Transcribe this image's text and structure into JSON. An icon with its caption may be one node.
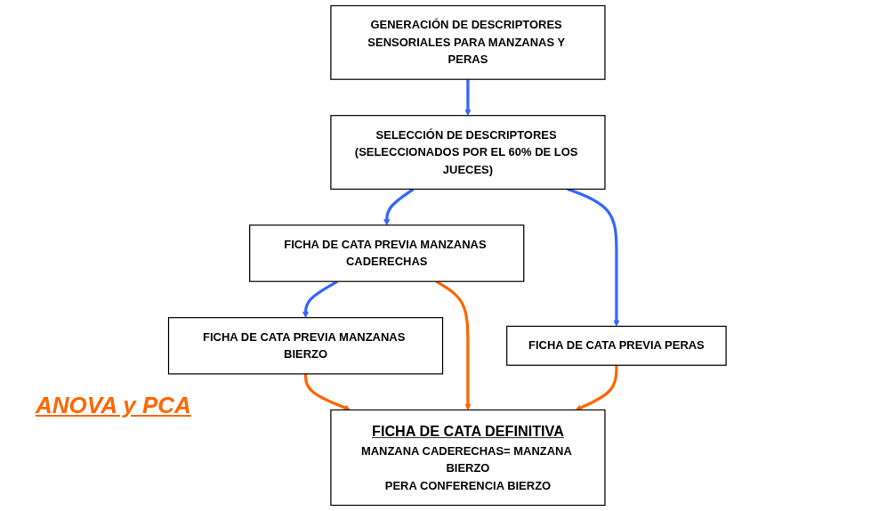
{
  "diagram": {
    "nodes": [
      {
        "text": [
          "GENERACIÓN DE DESCRIPTORES SENSORIALES PARA MANZANAS Y PERAS"
        ]
      },
      {
        "text": [
          "SELECCIÓN DE DESCRIPTORES (SELECCIONADOS POR EL 60% DE LOS JUECES)"
        ]
      },
      {
        "text": [
          "FICHA DE CATA PREVIA MANZANAS BIERZO"
        ]
      },
      {
        "text": [
          "FICHA DE CATA PREVIA MANZANAS CADERECHAS"
        ]
      },
      {
        "text": [
          "FICHA DE CATA PREVIA PERAS"
        ]
      },
      {
        "text": [
          "FICHA DE CATA DEFINITIVA",
          "MANZANA CADERECHAS= MANZANA BIERZO",
          "PERA CONFERENCIA BIERZO"
        ]
      }
    ],
    "edges": [
      {
        "from": 0,
        "to": 1,
        "arrow": "to",
        "color": "#3366ff"
      },
      {
        "from": 1,
        "to": 3,
        "arrow": "to",
        "color": "#3366ff"
      },
      {
        "from": 1,
        "to": 4,
        "arrow": "to",
        "color": "#3366ff"
      },
      {
        "from": 3,
        "to": 2,
        "arrow": "to",
        "color": "#3366ff"
      },
      {
        "from": 2,
        "to": 5,
        "arrow": "to",
        "color": "#ff6600"
      },
      {
        "from": 3,
        "to": 5,
        "arrow": "to",
        "color": "#ff6600"
      },
      {
        "from": 4,
        "to": 5,
        "arrow": "to",
        "color": "#ff6600"
      }
    ],
    "labels": [
      "ANOVA y PCA"
    ]
  }
}
